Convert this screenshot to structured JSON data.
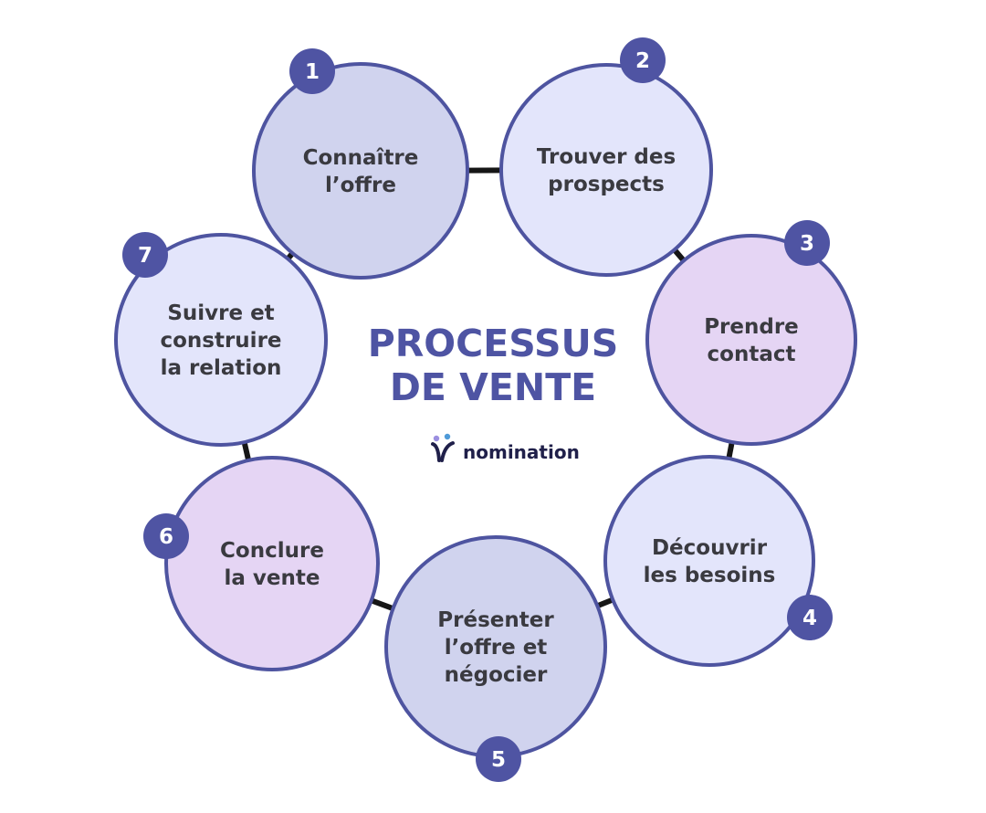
{
  "title": {
    "line1": "PROCESSUS",
    "line2": "DE VENTE"
  },
  "brand": {
    "name": "nomination",
    "icon": "nomination-logo-icon"
  },
  "colors": {
    "accent": "#4f54a3",
    "title": "#4e54a3",
    "connector": "#161616",
    "circle_stroke": "#4e54a0",
    "fill_gray_blue": "#d0d3ee",
    "fill_light_blue": "#e3e5fb",
    "fill_lavender": "#e5d5f4"
  },
  "steps": [
    {
      "number": "1",
      "lines": [
        "Connaître",
        "l’offre"
      ],
      "color": "#d0d3ee"
    },
    {
      "number": "2",
      "lines": [
        "Trouver des",
        "prospects"
      ],
      "color": "#e3e5fb"
    },
    {
      "number": "3",
      "lines": [
        "Prendre",
        "contact"
      ],
      "color": "#e5d5f4"
    },
    {
      "number": "4",
      "lines": [
        "Découvrir",
        "les besoins"
      ],
      "color": "#e3e5fb"
    },
    {
      "number": "5",
      "lines": [
        "Présenter",
        "l’offre et",
        "négocier"
      ],
      "color": "#d0d3ee"
    },
    {
      "number": "6",
      "lines": [
        "Conclure",
        "la vente"
      ],
      "color": "#e5d5f4"
    },
    {
      "number": "7",
      "lines": [
        "Suivre et",
        "construire",
        "la relation"
      ],
      "color": "#e3e5fb"
    }
  ]
}
